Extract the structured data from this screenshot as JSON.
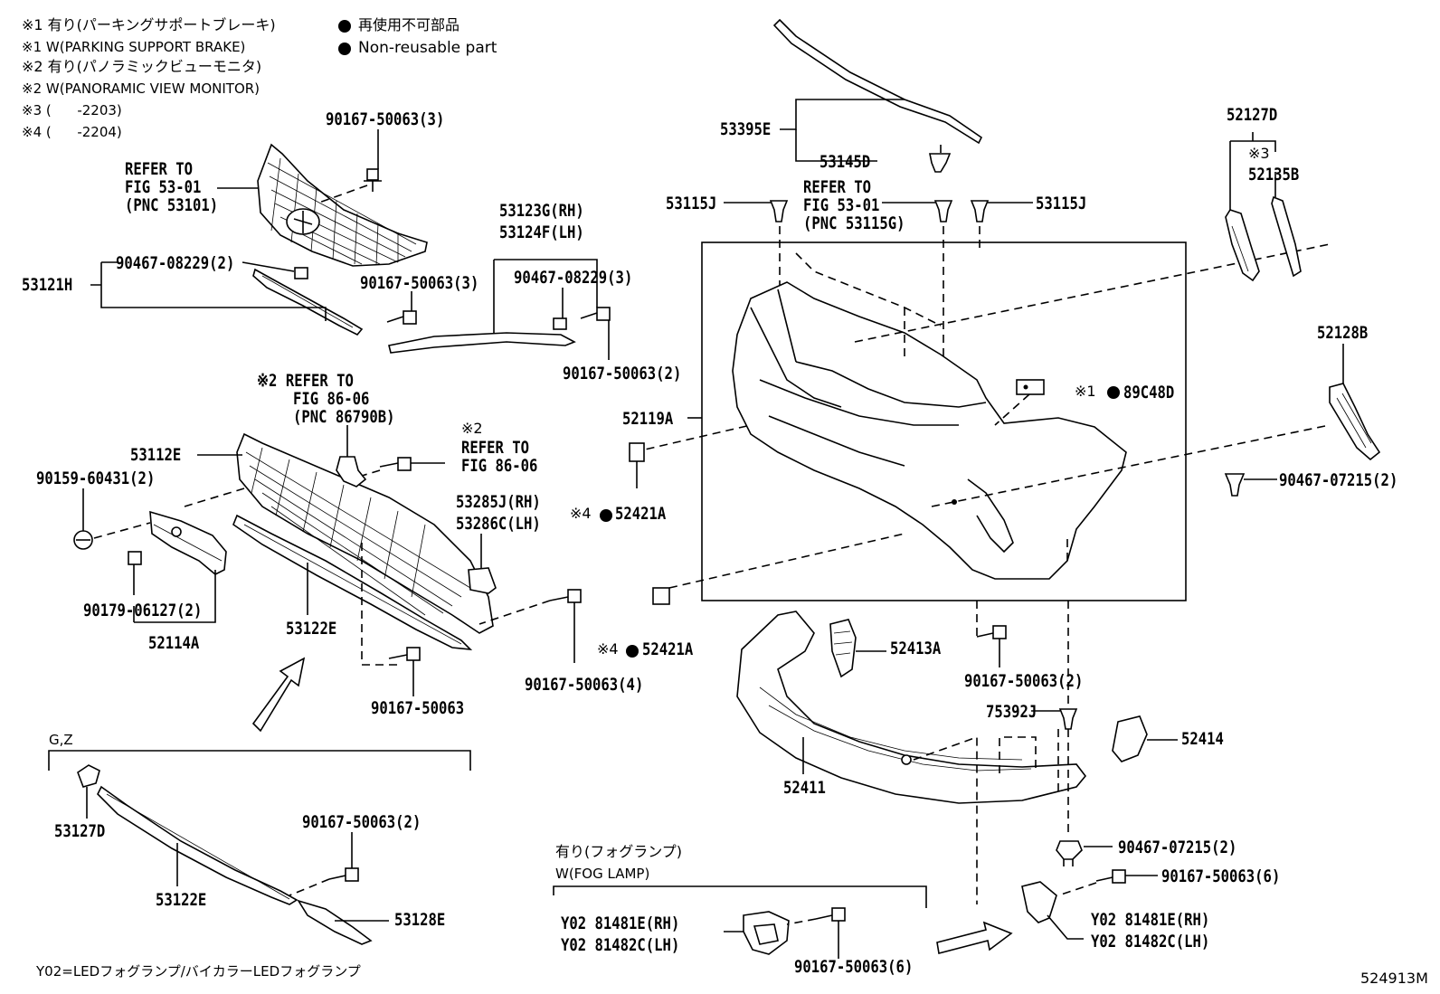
{
  "notes": {
    "n1_jp": "※1 有り(パーキングサポートブレーキ)",
    "n1_en": "※1 W(PARKING SUPPORT BRAKE)",
    "n2_jp": "※2 有り(パノラミックビューモニタ)",
    "n2_en": "※2 W(PANORAMIC VIEW MONITOR)",
    "n3": "※3 (      -2203)",
    "n4": "※4 (      -2204)",
    "legend_jp": "再使用不可部品",
    "legend_en": "Non-reusable part",
    "fog_jp": "有り(フォグランプ)",
    "fog_en": "W(FOG LAMP)",
    "gz": "G,Z",
    "footer_y02": "Y02=LEDフォグランプ/バイカラーLEDフォグランプ",
    "figure_id": "524913M"
  },
  "labels": {
    "l90167_3": "90167-50063(3)",
    "refer_grille_1": "REFER TO",
    "refer_grille_2": "FIG 53-01",
    "refer_grille_3": "(PNC 53101)",
    "l90467_08229_2": "90467-08229(2)",
    "l53121H": "53121H",
    "l90167_3b": "90167-50063(3)",
    "l53123G": "53123G(RH)",
    "l53124F": "53124F(LH)",
    "l90467_08229_3": "90467-08229(3)",
    "l90167_2": "90167-50063(2)",
    "l53395E": "53395E",
    "l53145D": "53145D",
    "l53115J_a": "53115J",
    "refer_53115_1": "REFER TO",
    "refer_53115_2": "FIG 53-01",
    "refer_53115_3": "(PNC 53115G)",
    "l53115J_b": "53115J",
    "l52127D": "52127D",
    "l_x3": "※3",
    "l52135B": "52135B",
    "l52128B": "52128B",
    "l89C48D_pre": "※1",
    "l89C48D": "89C48D",
    "l52119A": "52119A",
    "l90467_07215_2a": "90467-07215(2)",
    "refer_86_1": "※2 REFER TO",
    "refer_86_2": "FIG 86-06",
    "refer_86_3": "(PNC 86790B)",
    "l53112E": "53112E",
    "refer_86b_0": "※2",
    "refer_86b_1": "REFER TO",
    "refer_86b_2": "FIG 86-06",
    "l90159": "90159-60431(2)",
    "l53285J": "53285J(RH)",
    "l53286C": "53286C(LH)",
    "l52421A_a_pre": "※4",
    "l52421A_a": "52421A",
    "l90179": "90179-06127(2)",
    "l52114A": "52114A",
    "l53122E_a": "53122E",
    "l52421A_b_pre": "※4",
    "l52421A_b": "52421A",
    "l52413A": "52413A",
    "l90167_4": "90167-50063(4)",
    "l90167_single": "90167-50063",
    "l90167_2b": "90167-50063(2)",
    "l75392J": "75392J",
    "l52414": "52414",
    "l52411": "52411",
    "l53127D": "53127D",
    "l90167_2c": "90167-50063(2)",
    "l53122E_b": "53122E",
    "l53128E": "53128E",
    "l90467_07215_2b": "90467-07215(2)",
    "l90167_6a": "90167-50063(6)",
    "l81481E_a": "Y02 81481E(RH)",
    "l81482C_a": "Y02 81482C(LH)",
    "l90167_6b": "90167-50063(6)",
    "l81481E_b": "Y02 81481E(RH)",
    "l81482C_b": "Y02 81482C(LH)"
  }
}
